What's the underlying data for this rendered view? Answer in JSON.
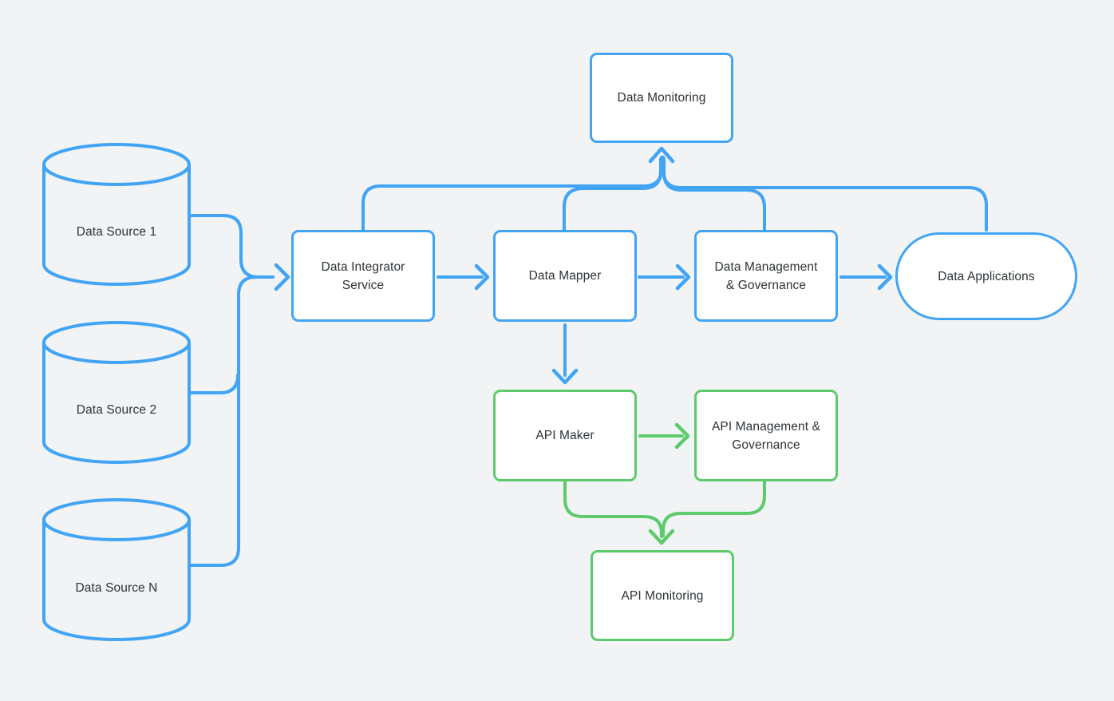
{
  "diagram": {
    "colors": {
      "blue": "#41A4F5",
      "green": "#5DCB6C",
      "text": "#2D3236",
      "bg": "#F2F3F5",
      "node_fill": "#FFFFFF"
    },
    "sources": {
      "s1": {
        "label": "Data Source 1"
      },
      "s2": {
        "label": "Data Source 2"
      },
      "sn": {
        "label": "Data Source N"
      }
    },
    "nodes": {
      "integrator": {
        "label": "Data Integrator\nService"
      },
      "mapper": {
        "label": "Data Mapper"
      },
      "governance": {
        "label": "Data Management\n& Governance"
      },
      "applications": {
        "label": "Data Applications"
      },
      "monitoring": {
        "label": "Data Monitoring"
      },
      "api_maker": {
        "label": "API Maker"
      },
      "api_governance": {
        "label": "API Management &\nGovernance"
      },
      "api_monitoring": {
        "label": "API Monitoring"
      }
    }
  }
}
